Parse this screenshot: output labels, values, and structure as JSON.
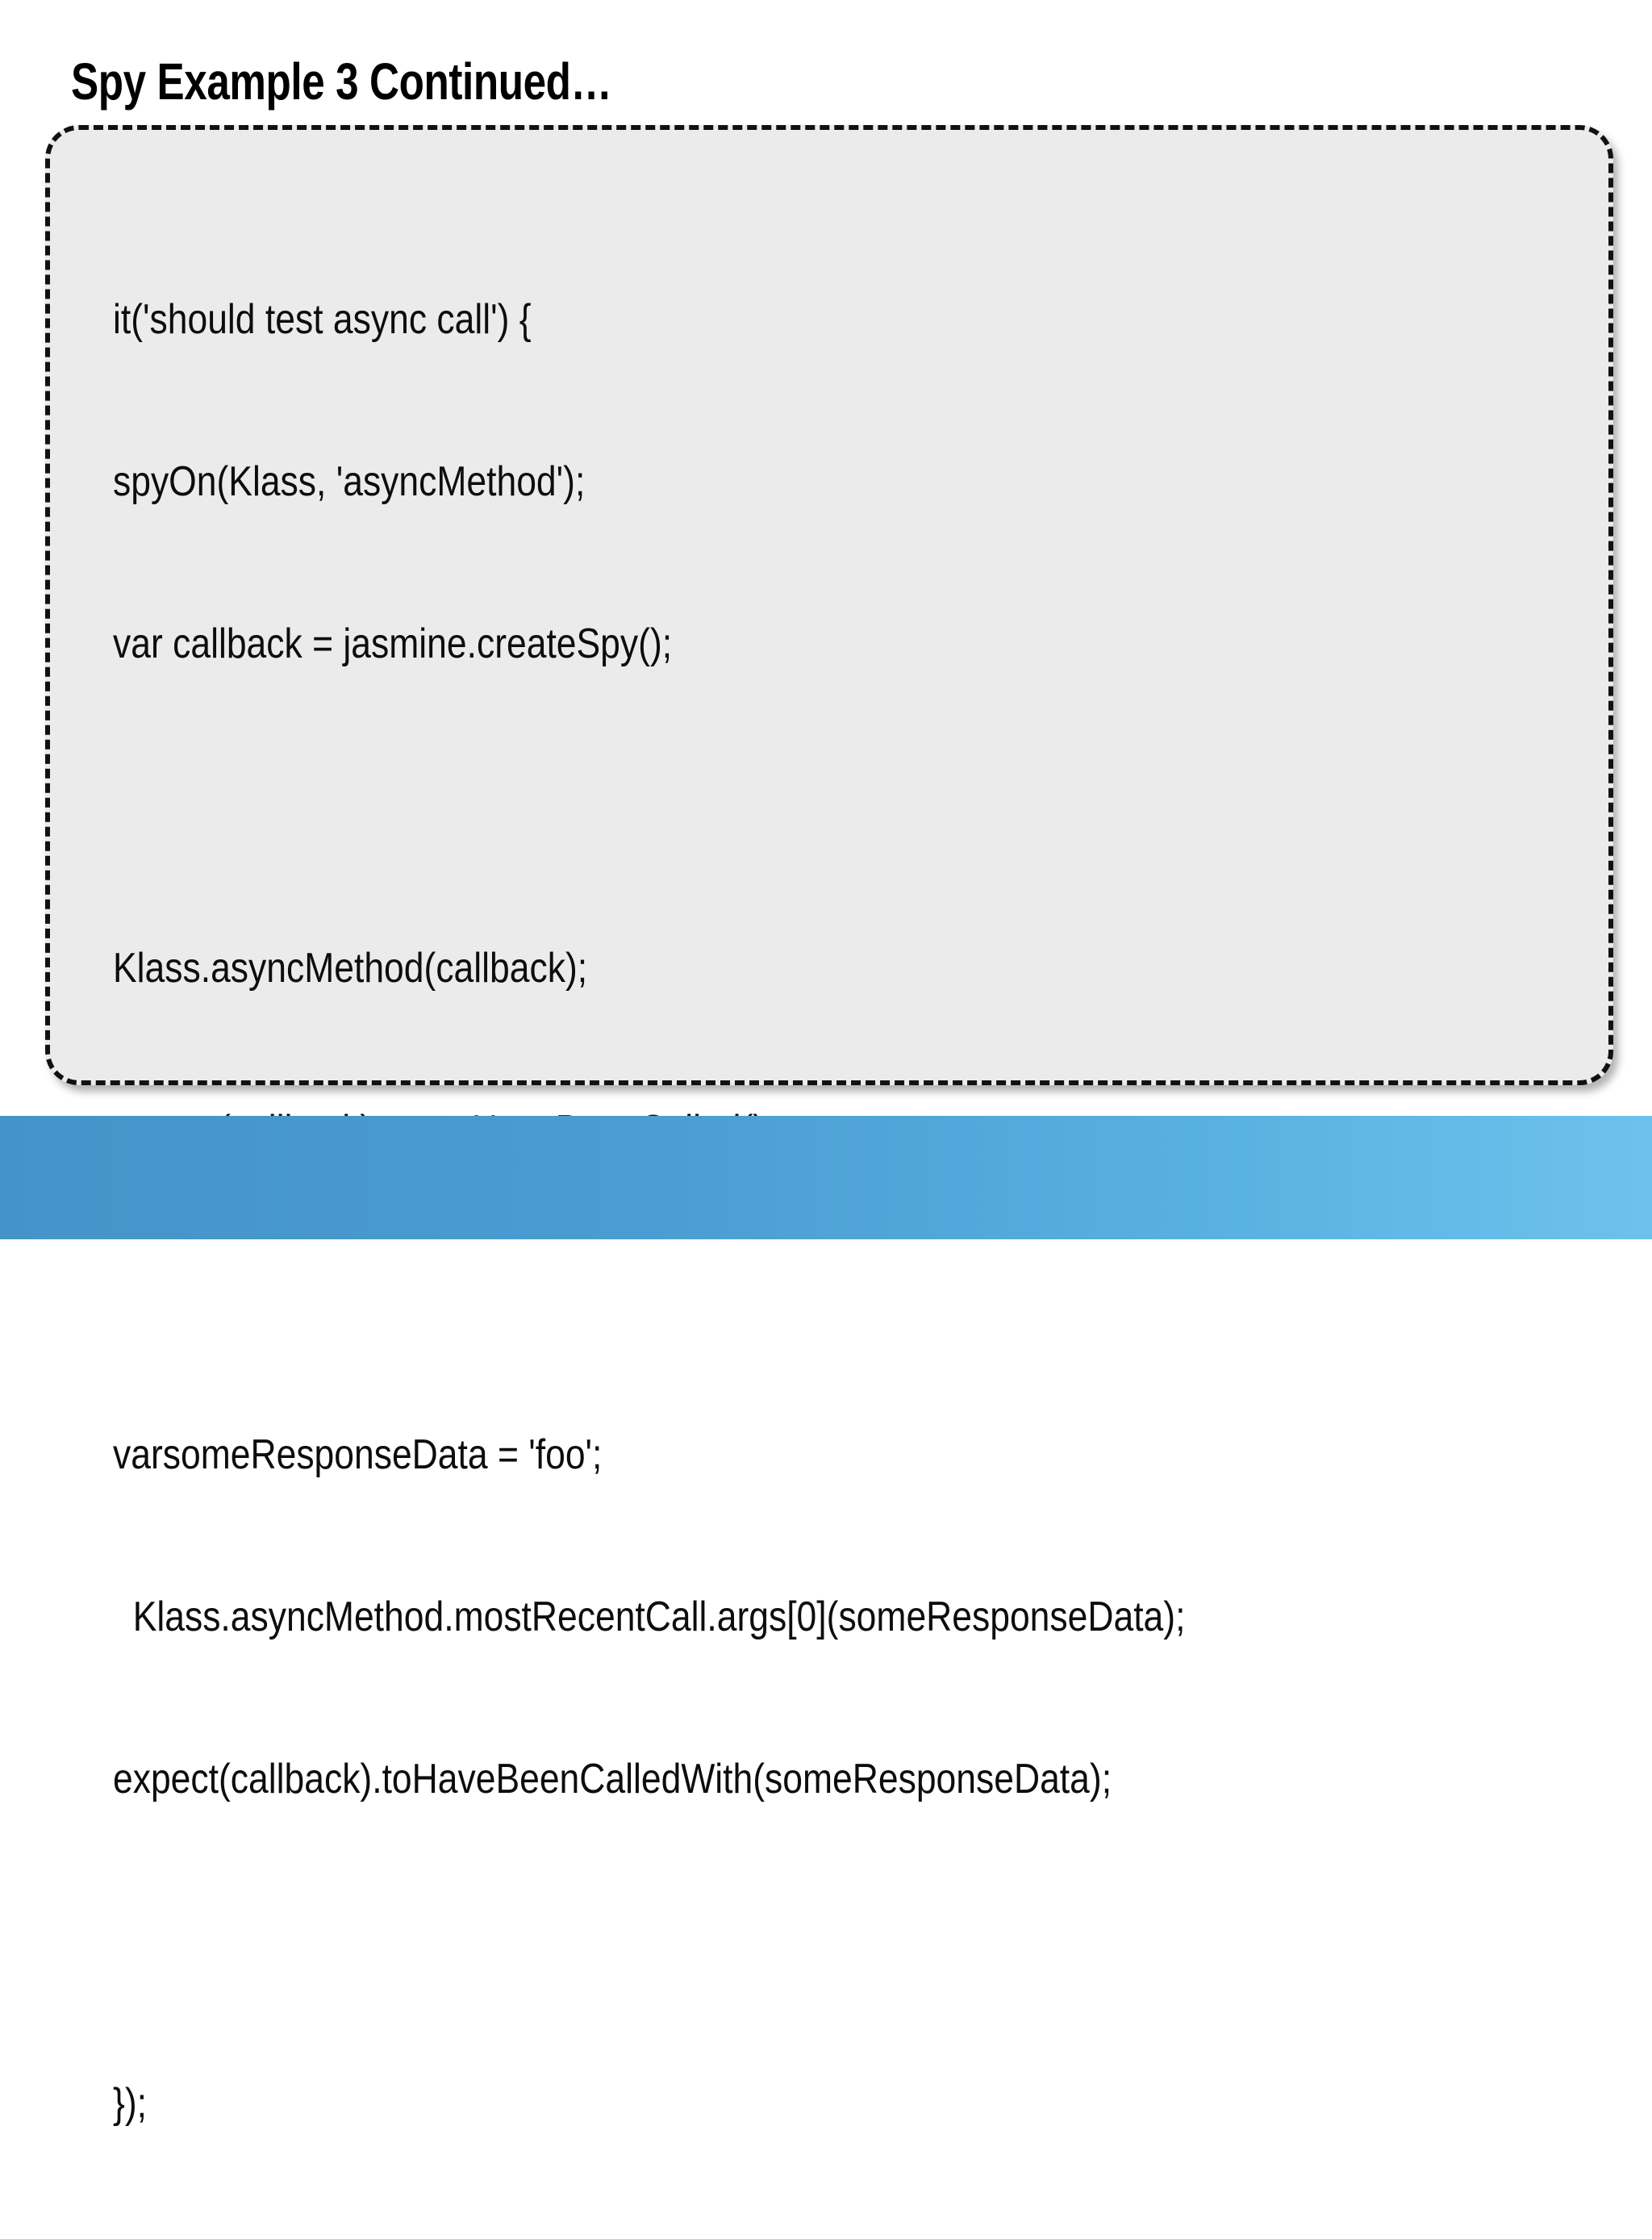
{
  "slide": {
    "title": "Spy Example 3 Continued…",
    "background_color": "#ffffff"
  },
  "code_card": {
    "fill_color": "#ebebeb",
    "border_color": "#111111",
    "border_style": "dashed",
    "lines": [
      "it('should test async call') {",
      "spyOn(Klass, 'asyncMethod');",
      "var callback = jasmine.createSpy();",
      "",
      "Klass.asyncMethod(callback);",
      "expect(callback).not.toHaveBeenCalled();",
      "",
      "varsomeResponseData = 'foo';",
      "  Klass.asyncMethod.mostRecentCall.args[0](someResponseData);",
      "expect(callback).toHaveBeenCalledWith(someResponseData);",
      "",
      "});"
    ]
  },
  "bottom_band": {
    "gradient_start_color": "#4594c9",
    "gradient_end_color": "#6dc2ec"
  }
}
